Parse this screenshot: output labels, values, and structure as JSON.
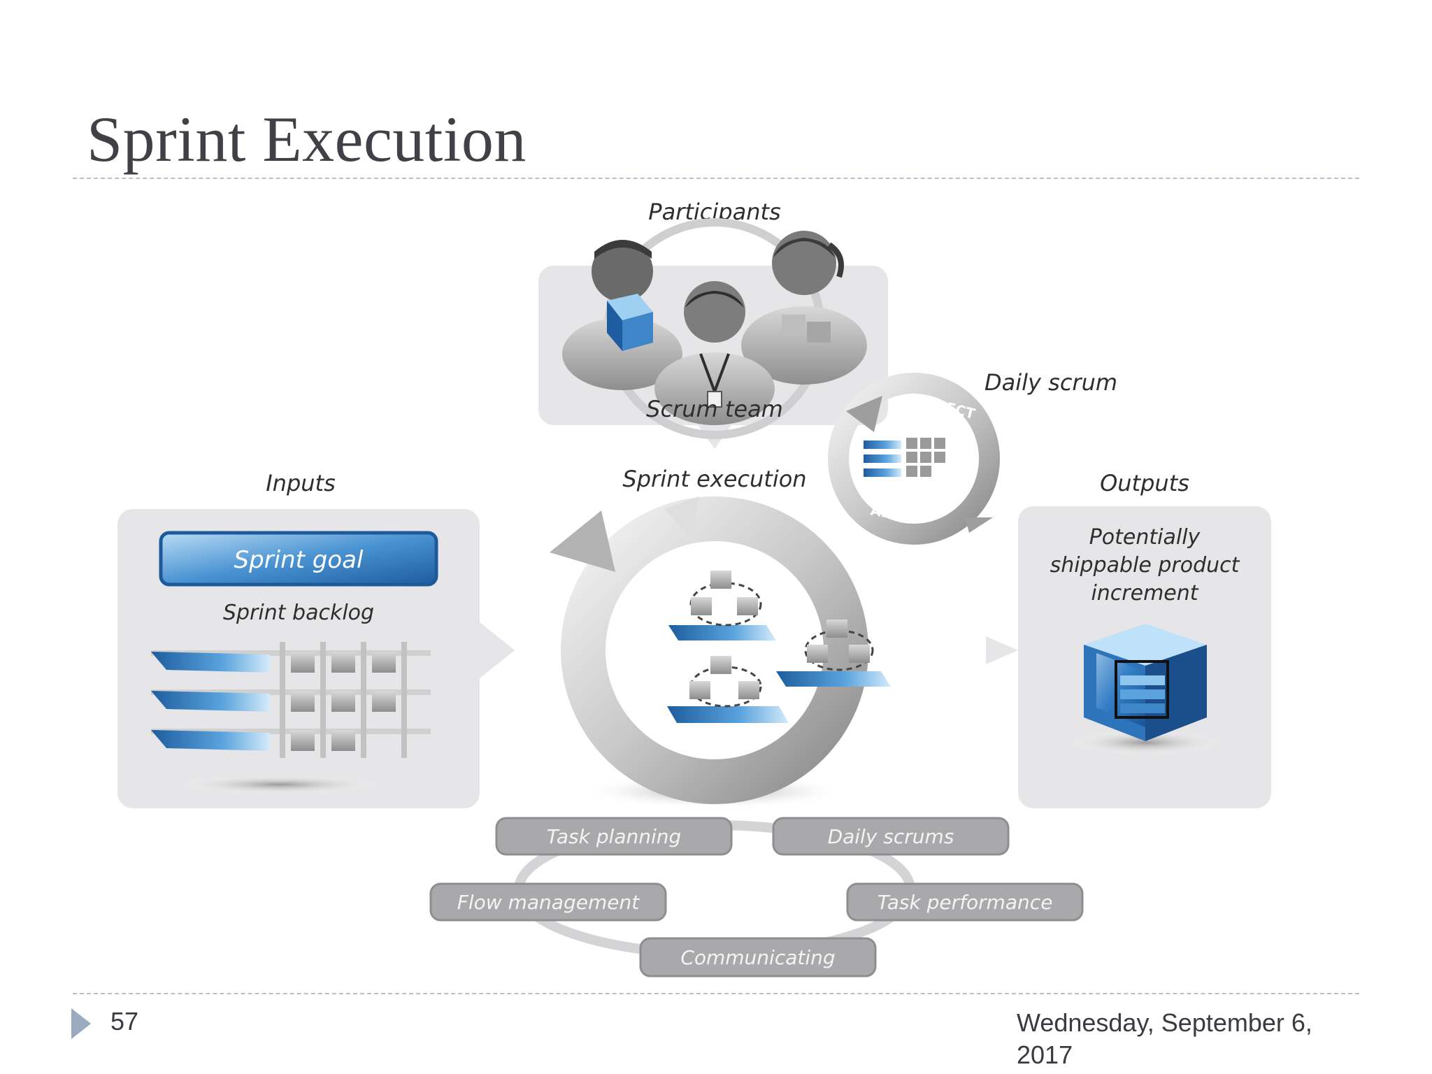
{
  "slide": {
    "title": "Sprint Execution",
    "page_number": "57",
    "date": "Wednesday, September 6, 2017"
  },
  "diagram": {
    "participants_label": "Participants",
    "scrum_team_label": "Scrum team",
    "daily_scrum_label": "Daily scrum",
    "inspect_label": "INSPECT",
    "adapt_label": "ADAPT",
    "inputs_label": "Inputs",
    "sprint_goal_label": "Sprint goal",
    "sprint_backlog_label": "Sprint backlog",
    "sprint_execution_label": "Sprint execution",
    "outputs_label": "Outputs",
    "output_line1": "Potentially",
    "output_line2": "shippable product",
    "output_line3": "increment",
    "activities": [
      "Task planning",
      "Daily scrums",
      "Flow management",
      "Task performance",
      "Communicating"
    ]
  },
  "colors": {
    "accent_blue": "#3f86c8",
    "panel_gray": "#e6e6e8",
    "pill_gray": "#a9a9ab",
    "title_color": "#404046",
    "footer_marker": "#9aaabf"
  }
}
